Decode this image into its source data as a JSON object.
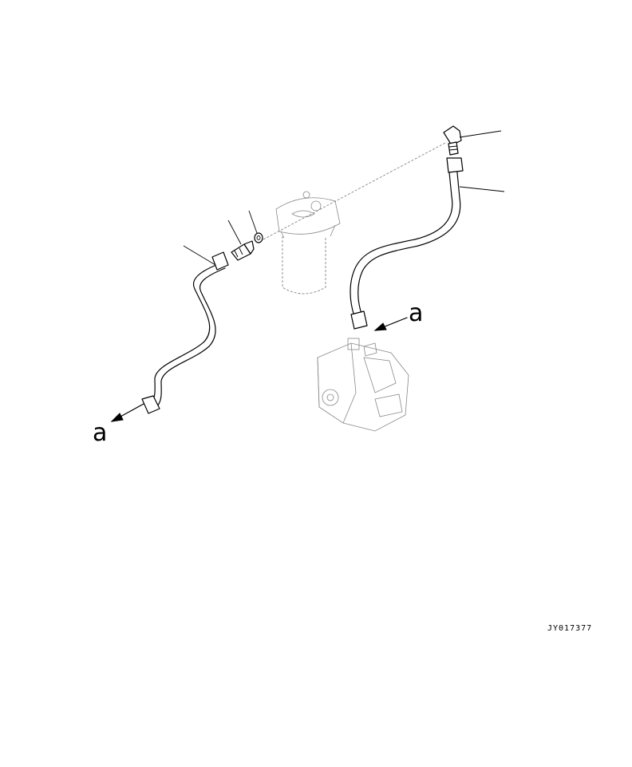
{
  "diagram": {
    "labels": {
      "arrow_left": "a",
      "arrow_right": "a"
    },
    "drawing_code": "JY017377"
  }
}
